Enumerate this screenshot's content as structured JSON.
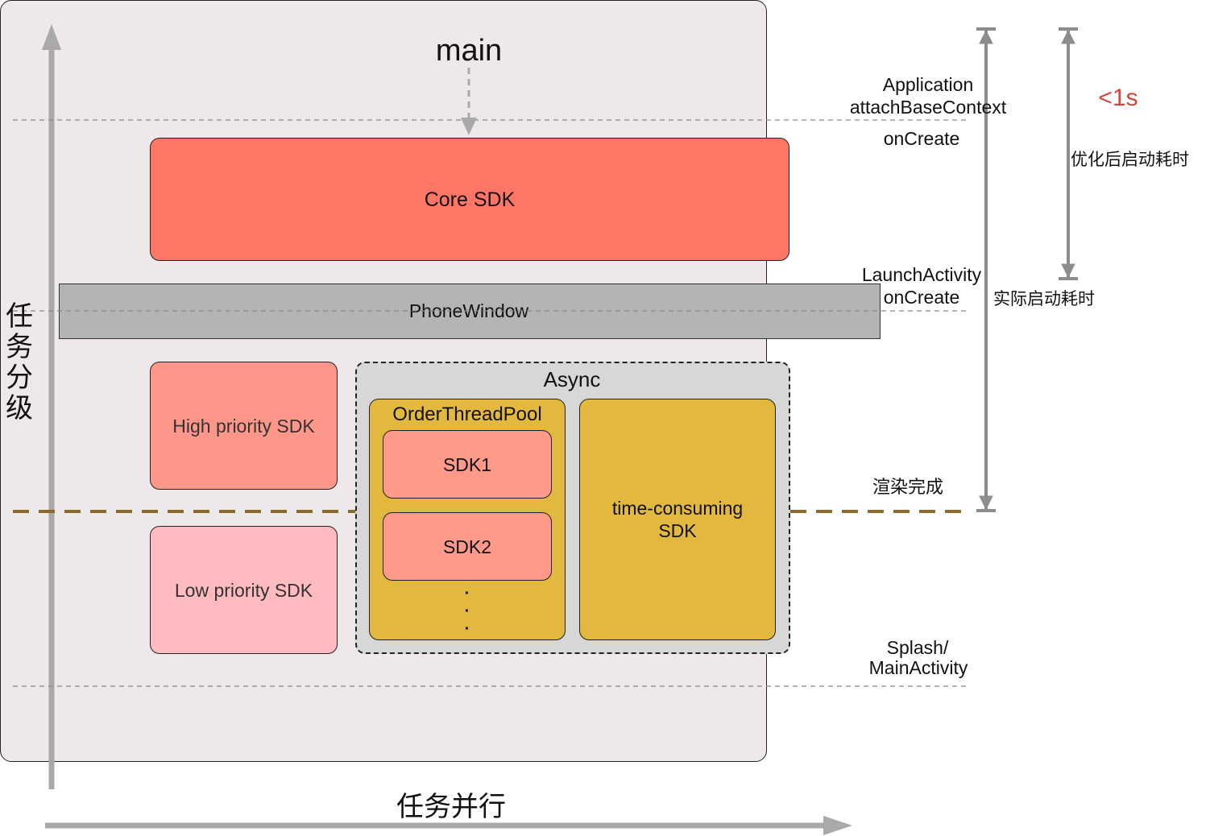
{
  "main": {
    "label": "main"
  },
  "boxes": {
    "core_sdk": "Core SDK",
    "phone_window": "PhoneWindow",
    "high_priority": "High priority SDK",
    "low_priority": "Low priority SDK",
    "async": "Async",
    "order_thread_pool": "OrderThreadPool",
    "sdk1": "SDK1",
    "sdk2": "SDK2",
    "ellipsis": "·\n·\n·",
    "time_consuming_line1": "time-consuming",
    "time_consuming_line2": "SDK"
  },
  "stages": {
    "application_line1": "Application",
    "application_line2": "attachBaseContext",
    "application_oncreate": "onCreate",
    "launch_line1": "LaunchActivity",
    "launch_line2": "onCreate",
    "render_done": "渲染完成",
    "splash_line1": "Splash/",
    "splash_line2": "MainActivity"
  },
  "timing": {
    "less_than": "<1s",
    "optimized": "优化后启动耗时",
    "actual": "实际启动耗时"
  },
  "axes": {
    "vertical": "任务分级",
    "horizontal": "任务并行"
  },
  "colors": {
    "core": "#ff7667",
    "phone_window": "#b4b4b4",
    "high": "#ff968a",
    "low": "#ffbbbf",
    "async_bg": "#d7d7d7",
    "pool": "#e3b83f",
    "sdk_item": "#ff9a8a",
    "accent_red": "#d6453b",
    "render_line": "#8a6a2a"
  }
}
